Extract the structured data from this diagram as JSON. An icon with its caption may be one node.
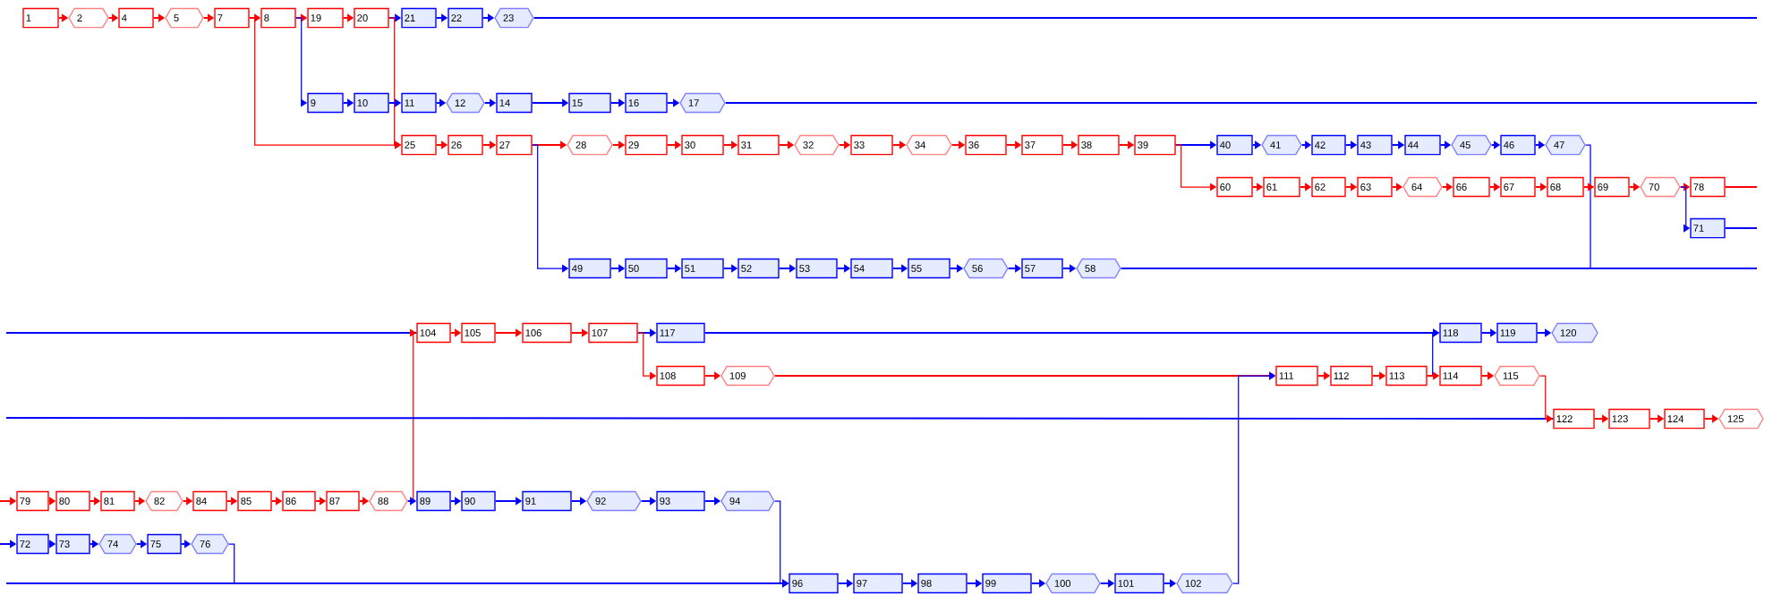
{
  "diagram": {
    "nodes": [
      {
        "text": [
          "1"
        ]
      },
      {
        "text": [
          "2"
        ]
      },
      {
        "text": [
          "4"
        ]
      },
      {
        "text": [
          "5"
        ]
      },
      {
        "text": [
          "7"
        ]
      },
      {
        "text": [
          "8"
        ]
      },
      {
        "text": [
          "19"
        ]
      },
      {
        "text": [
          "20"
        ]
      },
      {
        "text": [
          "21"
        ]
      },
      {
        "text": [
          "22"
        ]
      },
      {
        "text": [
          "23"
        ]
      },
      {
        "text": [
          "9"
        ]
      },
      {
        "text": [
          "10"
        ]
      },
      {
        "text": [
          "11"
        ]
      },
      {
        "text": [
          "12"
        ]
      },
      {
        "text": [
          "14"
        ]
      },
      {
        "text": [
          "15"
        ]
      },
      {
        "text": [
          "16"
        ]
      },
      {
        "text": [
          "17"
        ]
      },
      {
        "text": [
          "25"
        ]
      },
      {
        "text": [
          "26"
        ]
      },
      {
        "text": [
          "27"
        ]
      },
      {
        "text": [
          "28"
        ]
      },
      {
        "text": [
          "29"
        ]
      },
      {
        "text": [
          "30"
        ]
      },
      {
        "text": [
          "31"
        ]
      },
      {
        "text": [
          "32"
        ]
      },
      {
        "text": [
          "33"
        ]
      },
      {
        "text": [
          "34"
        ]
      },
      {
        "text": [
          "36"
        ]
      },
      {
        "text": [
          "37"
        ]
      },
      {
        "text": [
          "38"
        ]
      },
      {
        "text": [
          "39"
        ]
      },
      {
        "text": [
          "40"
        ]
      },
      {
        "text": [
          "41"
        ]
      },
      {
        "text": [
          "42"
        ]
      },
      {
        "text": [
          "43"
        ]
      },
      {
        "text": [
          "44"
        ]
      },
      {
        "text": [
          "45"
        ]
      },
      {
        "text": [
          "46"
        ]
      },
      {
        "text": [
          "47"
        ]
      },
      {
        "text": [
          "60"
        ]
      },
      {
        "text": [
          "61"
        ]
      },
      {
        "text": [
          "62"
        ]
      },
      {
        "text": [
          "63"
        ]
      },
      {
        "text": [
          "64"
        ]
      },
      {
        "text": [
          "66"
        ]
      },
      {
        "text": [
          "67"
        ]
      },
      {
        "text": [
          "68"
        ]
      },
      {
        "text": [
          "69"
        ]
      },
      {
        "text": [
          "70"
        ]
      },
      {
        "text": [
          "78"
        ]
      },
      {
        "text": [
          "71"
        ]
      },
      {
        "text": [
          "49"
        ]
      },
      {
        "text": [
          "50"
        ]
      },
      {
        "text": [
          "51"
        ]
      },
      {
        "text": [
          "52"
        ]
      },
      {
        "text": [
          "53"
        ]
      },
      {
        "text": [
          "54"
        ]
      },
      {
        "text": [
          "55"
        ]
      },
      {
        "text": [
          "56"
        ]
      },
      {
        "text": [
          "57"
        ]
      },
      {
        "text": [
          "58"
        ]
      },
      {
        "text": [
          "104"
        ]
      },
      {
        "text": [
          "105"
        ]
      },
      {
        "text": [
          "106"
        ]
      },
      {
        "text": [
          "107"
        ]
      },
      {
        "text": [
          "117"
        ]
      },
      {
        "text": [
          "118"
        ]
      },
      {
        "text": [
          "119"
        ]
      },
      {
        "text": [
          "120"
        ]
      },
      {
        "text": [
          "108"
        ]
      },
      {
        "text": [
          "109"
        ]
      },
      {
        "text": [
          "111"
        ]
      },
      {
        "text": [
          "112"
        ]
      },
      {
        "text": [
          "113"
        ]
      },
      {
        "text": [
          "114"
        ]
      },
      {
        "text": [
          "115"
        ]
      },
      {
        "text": [
          "122"
        ]
      },
      {
        "text": [
          "123"
        ]
      },
      {
        "text": [
          "124"
        ]
      },
      {
        "text": [
          "125"
        ]
      },
      {
        "text": [
          "79"
        ]
      },
      {
        "text": [
          "80"
        ]
      },
      {
        "text": [
          "81"
        ]
      },
      {
        "text": [
          "82"
        ]
      },
      {
        "text": [
          "84"
        ]
      },
      {
        "text": [
          "85"
        ]
      },
      {
        "text": [
          "86"
        ]
      },
      {
        "text": [
          "87"
        ]
      },
      {
        "text": [
          "88"
        ]
      },
      {
        "text": [
          "89"
        ]
      },
      {
        "text": [
          "90"
        ]
      },
      {
        "text": [
          "91"
        ]
      },
      {
        "text": [
          "92"
        ]
      },
      {
        "text": [
          "93"
        ]
      },
      {
        "text": [
          "94"
        ]
      },
      {
        "text": [
          "72"
        ]
      },
      {
        "text": [
          "73"
        ]
      },
      {
        "text": [
          "74"
        ]
      },
      {
        "text": [
          "75"
        ]
      },
      {
        "text": [
          "76"
        ]
      },
      {
        "text": [
          "96"
        ]
      },
      {
        "text": [
          "97"
        ]
      },
      {
        "text": [
          "98"
        ]
      },
      {
        "text": [
          "99"
        ]
      },
      {
        "text": [
          "100"
        ]
      },
      {
        "text": [
          "101"
        ]
      },
      {
        "text": [
          "102"
        ]
      }
    ],
    "edges": [
      {
        "from": 0,
        "to": 1,
        "arrow": "to",
        "color": "#ff0000"
      },
      {
        "from": 1,
        "to": 2,
        "arrow": "to",
        "color": "#ff0000"
      },
      {
        "from": 2,
        "to": 3,
        "arrow": "to",
        "color": "#ff0000"
      },
      {
        "from": 3,
        "to": 4,
        "arrow": "to",
        "color": "#ff0000"
      },
      {
        "from": 4,
        "to": 5,
        "arrow": "to",
        "color": "#ff0000"
      },
      {
        "from": 4,
        "to": 19,
        "arrow": "to",
        "color": "#ff0000"
      },
      {
        "from": 5,
        "to": 6,
        "arrow": "to",
        "color": "#ff0000"
      },
      {
        "from": 5,
        "to": 11,
        "arrow": "to"
      },
      {
        "from": 6,
        "to": 7,
        "arrow": "to",
        "color": "#ff0000"
      },
      {
        "from": 7,
        "to": 8,
        "arrow": "to"
      },
      {
        "from": 7,
        "to": 19,
        "arrow": "to",
        "color": "#ff0000"
      },
      {
        "from": 8,
        "to": 9,
        "arrow": "to"
      },
      {
        "from": 9,
        "to": 10,
        "arrow": "to"
      },
      {
        "from": 10,
        "to": null,
        "arrow": "none"
      },
      {
        "from": 11,
        "to": 12,
        "arrow": "to"
      },
      {
        "from": 12,
        "to": 13,
        "arrow": "to"
      },
      {
        "from": 13,
        "to": 14,
        "arrow": "to"
      },
      {
        "from": 14,
        "to": 15,
        "arrow": "to"
      },
      {
        "from": 15,
        "to": 16,
        "arrow": "to"
      },
      {
        "from": 16,
        "to": 17,
        "arrow": "to"
      },
      {
        "from": 17,
        "to": 18,
        "arrow": "to"
      },
      {
        "from": 18,
        "to": null,
        "arrow": "none"
      },
      {
        "from": 19,
        "to": 20,
        "arrow": "to",
        "color": "#ff0000"
      },
      {
        "from": 20,
        "to": 21,
        "arrow": "to",
        "color": "#ff0000"
      },
      {
        "from": 21,
        "to": 22,
        "arrow": "to",
        "color": "#ff0000"
      },
      {
        "from": 21,
        "to": 53,
        "arrow": "to"
      },
      {
        "from": 22,
        "to": 23,
        "arrow": "to",
        "color": "#ff0000"
      },
      {
        "from": 23,
        "to": 24,
        "arrow": "to",
        "color": "#ff0000"
      },
      {
        "from": 24,
        "to": 25,
        "arrow": "to",
        "color": "#ff0000"
      },
      {
        "from": 25,
        "to": 26,
        "arrow": "to",
        "color": "#ff0000"
      },
      {
        "from": 26,
        "to": 27,
        "arrow": "to",
        "color": "#ff0000"
      },
      {
        "from": 27,
        "to": 28,
        "arrow": "to",
        "color": "#ff0000"
      },
      {
        "from": 28,
        "to": 29,
        "arrow": "to",
        "color": "#ff0000"
      },
      {
        "from": 29,
        "to": 30,
        "arrow": "to",
        "color": "#ff0000"
      },
      {
        "from": 30,
        "to": 31,
        "arrow": "to",
        "color": "#ff0000"
      },
      {
        "from": 31,
        "to": 32,
        "arrow": "to",
        "color": "#ff0000"
      },
      {
        "from": 32,
        "to": 33,
        "arrow": "to"
      },
      {
        "from": 32,
        "to": 41,
        "arrow": "to",
        "color": "#ff0000"
      },
      {
        "from": 33,
        "to": 34,
        "arrow": "to"
      },
      {
        "from": 34,
        "to": 35,
        "arrow": "to"
      },
      {
        "from": 35,
        "to": 36,
        "arrow": "to"
      },
      {
        "from": 36,
        "to": 37,
        "arrow": "to"
      },
      {
        "from": 37,
        "to": 38,
        "arrow": "to"
      },
      {
        "from": 38,
        "to": 39,
        "arrow": "to"
      },
      {
        "from": 39,
        "to": 40,
        "arrow": "to"
      },
      {
        "from": 40,
        "to": null,
        "arrow": "none"
      },
      {
        "from": 41,
        "to": 42,
        "arrow": "to",
        "color": "#ff0000"
      },
      {
        "from": 42,
        "to": 43,
        "arrow": "to",
        "color": "#ff0000"
      },
      {
        "from": 43,
        "to": 44,
        "arrow": "to",
        "color": "#ff0000"
      },
      {
        "from": 44,
        "to": 45,
        "arrow": "to",
        "color": "#ff0000"
      },
      {
        "from": 45,
        "to": 46,
        "arrow": "to",
        "color": "#ff0000"
      },
      {
        "from": 46,
        "to": 47,
        "arrow": "to",
        "color": "#ff0000"
      },
      {
        "from": 47,
        "to": 48,
        "arrow": "to",
        "color": "#ff0000"
      },
      {
        "from": 48,
        "to": 49,
        "arrow": "to",
        "color": "#ff0000"
      },
      {
        "from": 49,
        "to": 50,
        "arrow": "to",
        "color": "#ff0000"
      },
      {
        "from": 50,
        "to": 51,
        "arrow": "to",
        "color": "#ff0000"
      },
      {
        "from": 50,
        "to": 52,
        "arrow": "to"
      },
      {
        "from": 51,
        "to": null,
        "arrow": "none",
        "color": "#ff0000"
      },
      {
        "from": 52,
        "to": null,
        "arrow": "none"
      },
      {
        "from": 53,
        "to": 54,
        "arrow": "to"
      },
      {
        "from": 54,
        "to": 55,
        "arrow": "to"
      },
      {
        "from": 55,
        "to": 56,
        "arrow": "to"
      },
      {
        "from": 56,
        "to": 57,
        "arrow": "to"
      },
      {
        "from": 57,
        "to": 58,
        "arrow": "to"
      },
      {
        "from": 58,
        "to": 59,
        "arrow": "to"
      },
      {
        "from": 59,
        "to": 60,
        "arrow": "to"
      },
      {
        "from": 60,
        "to": 61,
        "arrow": "to"
      },
      {
        "from": 61,
        "to": 62,
        "arrow": "to"
      },
      {
        "from": 62,
        "to": null,
        "arrow": "none"
      },
      {
        "from": null,
        "to": 63,
        "arrow": "none"
      },
      {
        "from": 90,
        "to": 63,
        "arrow": "to",
        "color": "#ff0000"
      },
      {
        "from": 63,
        "to": 64,
        "arrow": "to",
        "color": "#ff0000"
      },
      {
        "from": 64,
        "to": 65,
        "arrow": "to",
        "color": "#ff0000"
      },
      {
        "from": 65,
        "to": 66,
        "arrow": "to",
        "color": "#ff0000"
      },
      {
        "from": 66,
        "to": 67,
        "arrow": "to"
      },
      {
        "from": 66,
        "to": 71,
        "arrow": "to",
        "color": "#ff0000"
      },
      {
        "from": 67,
        "to": 68,
        "arrow": "to"
      },
      {
        "from": 75,
        "to": 68,
        "arrow": "to"
      },
      {
        "from": 68,
        "to": 69,
        "arrow": "to"
      },
      {
        "from": 69,
        "to": 70,
        "arrow": "to"
      },
      {
        "from": 71,
        "to": 72,
        "arrow": "to",
        "color": "#ff0000"
      },
      {
        "from": 72,
        "to": 73,
        "arrow": "to",
        "color": "#ff0000"
      },
      {
        "from": 108,
        "to": 73,
        "arrow": "to"
      },
      {
        "from": 73,
        "to": 74,
        "arrow": "to",
        "color": "#ff0000"
      },
      {
        "from": 74,
        "to": 75,
        "arrow": "to",
        "color": "#ff0000"
      },
      {
        "from": 75,
        "to": 76,
        "arrow": "to",
        "color": "#ff0000"
      },
      {
        "from": 76,
        "to": 77,
        "arrow": "to",
        "color": "#ff0000"
      },
      {
        "from": null,
        "to": 78,
        "arrow": "none"
      },
      {
        "from": 77,
        "to": 78,
        "arrow": "to",
        "color": "#ff0000"
      },
      {
        "from": 78,
        "to": 79,
        "arrow": "to",
        "color": "#ff0000"
      },
      {
        "from": 79,
        "to": 80,
        "arrow": "to",
        "color": "#ff0000"
      },
      {
        "from": 80,
        "to": 81,
        "arrow": "to",
        "color": "#ff0000"
      },
      {
        "from": null,
        "to": 82,
        "arrow": "to",
        "color": "#ff0000"
      },
      {
        "from": 82,
        "to": 83,
        "arrow": "to",
        "color": "#ff0000"
      },
      {
        "from": 83,
        "to": 84,
        "arrow": "to",
        "color": "#ff0000"
      },
      {
        "from": 84,
        "to": 85,
        "arrow": "to",
        "color": "#ff0000"
      },
      {
        "from": 85,
        "to": 86,
        "arrow": "to",
        "color": "#ff0000"
      },
      {
        "from": 86,
        "to": 87,
        "arrow": "to",
        "color": "#ff0000"
      },
      {
        "from": 87,
        "to": 88,
        "arrow": "to",
        "color": "#ff0000"
      },
      {
        "from": 88,
        "to": 89,
        "arrow": "to",
        "color": "#ff0000"
      },
      {
        "from": 89,
        "to": 90,
        "arrow": "to",
        "color": "#ff0000"
      },
      {
        "from": 90,
        "to": 91,
        "arrow": "to"
      },
      {
        "from": 91,
        "to": 92,
        "arrow": "to"
      },
      {
        "from": 92,
        "to": 93,
        "arrow": "to"
      },
      {
        "from": 93,
        "to": 94,
        "arrow": "to"
      },
      {
        "from": 94,
        "to": 95,
        "arrow": "to"
      },
      {
        "from": 95,
        "to": 96,
        "arrow": "to"
      },
      {
        "from": 96,
        "to": 102,
        "arrow": "to"
      },
      {
        "from": null,
        "to": 97,
        "arrow": "to"
      },
      {
        "from": 97,
        "to": 98,
        "arrow": "to"
      },
      {
        "from": 98,
        "to": 99,
        "arrow": "to"
      },
      {
        "from": 99,
        "to": 100,
        "arrow": "to"
      },
      {
        "from": 100,
        "to": 101,
        "arrow": "to"
      },
      {
        "from": 101,
        "to": 102,
        "arrow": "to"
      },
      {
        "from": null,
        "to": 102,
        "arrow": "to"
      },
      {
        "from": 102,
        "to": 103,
        "arrow": "to"
      },
      {
        "from": 103,
        "to": 104,
        "arrow": "to"
      },
      {
        "from": 104,
        "to": 105,
        "arrow": "to"
      },
      {
        "from": 105,
        "to": 106,
        "arrow": "to"
      },
      {
        "from": 106,
        "to": 107,
        "arrow": "to"
      },
      {
        "from": 107,
        "to": 108,
        "arrow": "to"
      }
    ]
  }
}
